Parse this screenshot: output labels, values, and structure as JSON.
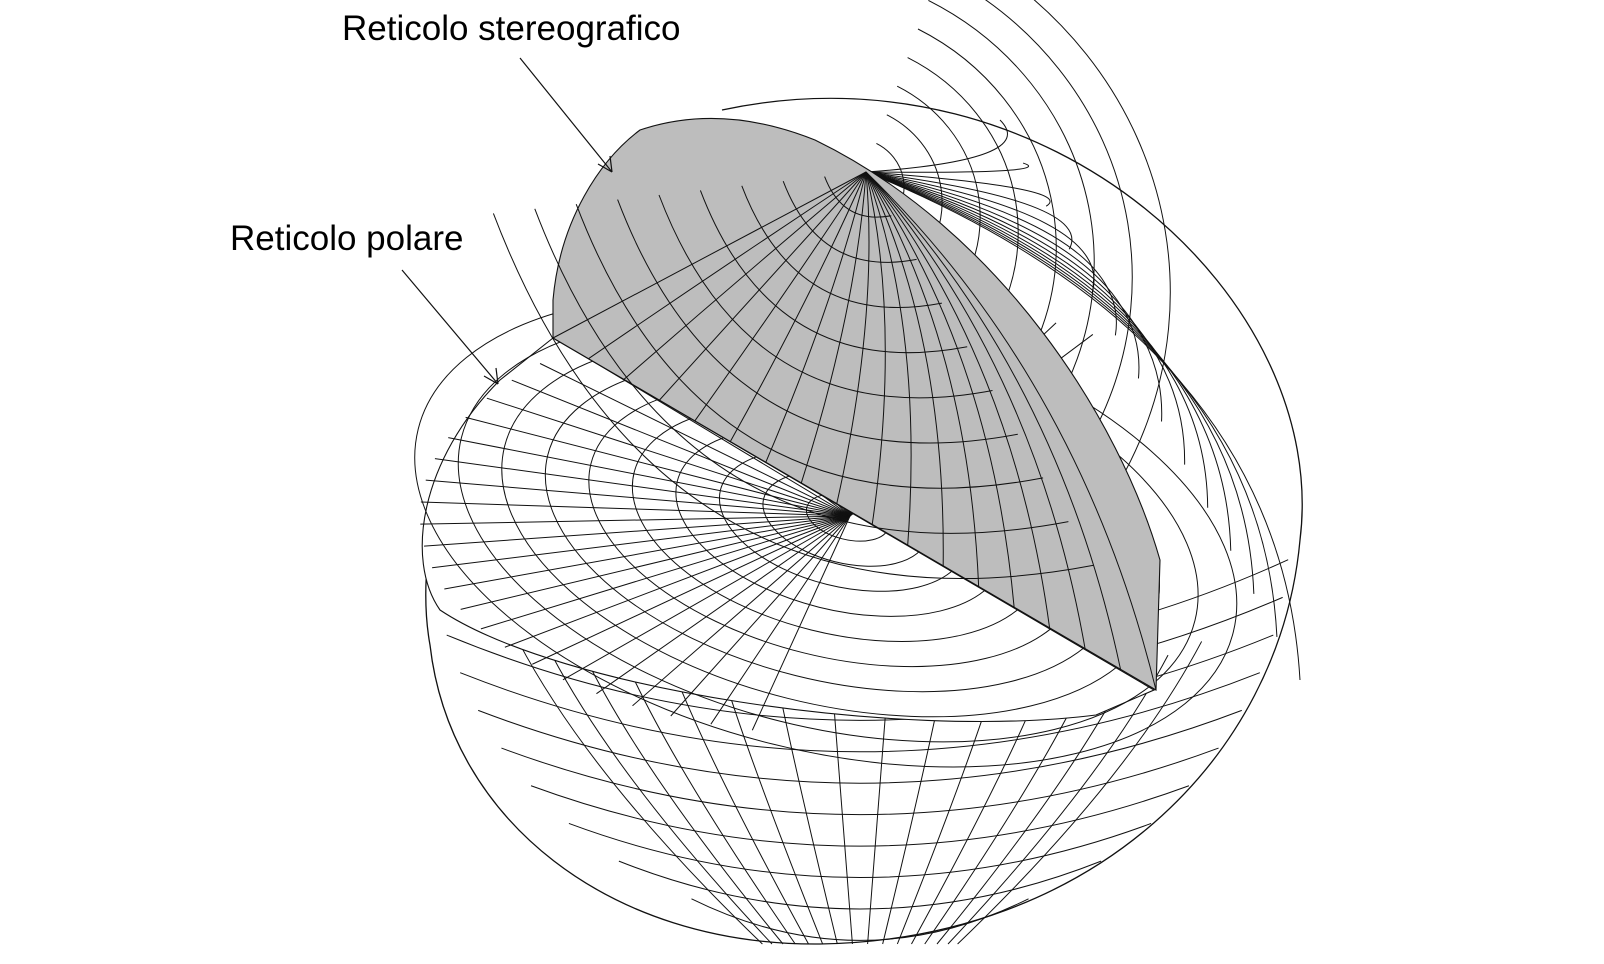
{
  "labels": {
    "stereographic": "Reticolo stereografico",
    "polar": "Reticolo polare"
  },
  "colors": {
    "background": "#ffffff",
    "line": "#111111",
    "cut_face": "#bdbdbd",
    "surface": "#ffffff"
  },
  "grid": {
    "polar_circles": 10,
    "polar_spokes": 36,
    "latitude_bands": 10,
    "longitude_lines": 36
  }
}
